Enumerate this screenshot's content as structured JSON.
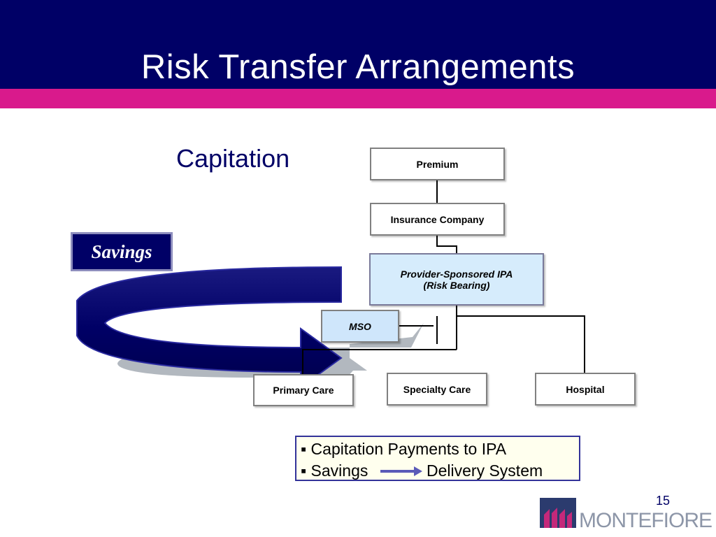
{
  "slide": {
    "title": "Risk Transfer Arrangements",
    "subtitle": "Capitation",
    "page_number": "15"
  },
  "diagram": {
    "nodes": {
      "premium": "Premium",
      "insurance": "Insurance Company",
      "ipa_line1": "Provider-Sponsored IPA",
      "ipa_line2": "(Risk Bearing)",
      "mso": "MSO",
      "primary_care": "Primary Care",
      "specialty_care": "Specialty Care",
      "hospital": "Hospital"
    },
    "savings_label": "Savings"
  },
  "legend": {
    "bullet": "▪",
    "item1": "Capitation Payments to IPA",
    "item2_left": "Savings",
    "item2_right": "Delivery System"
  },
  "logo": {
    "text": "MONTEFIORE",
    "icon": "montefiore-building-icon"
  },
  "colors": {
    "header": "#000066",
    "stripe": "#d91a8c",
    "ipa_fill": "#d6ecfc",
    "legend_fill": "#ffffee"
  }
}
